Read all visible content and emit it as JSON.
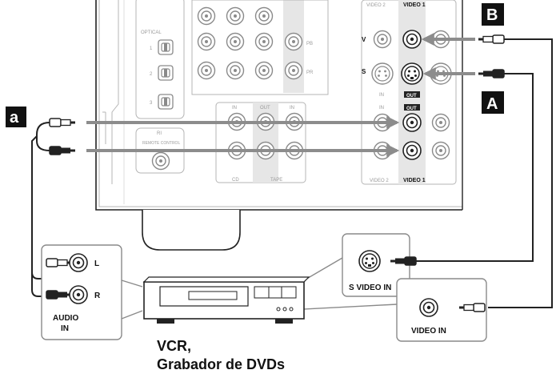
{
  "receiver_panel": {
    "optical_label": "OPTICAL",
    "optical_inputs": [
      "1",
      "2",
      "3"
    ],
    "remote_label": "REMOTE CONTROL",
    "ri_symbol": "RI",
    "cd_label": "CD",
    "tape_label": "TAPE",
    "in_label": "IN",
    "out_label": "OUT",
    "pb_label": "PB",
    "pr_label": "PR",
    "video1_label": "VIDEO 1",
    "video2_label": "VIDEO 2",
    "v_label": "V",
    "s_label": "S"
  },
  "tags": {
    "a": "a",
    "A": "A",
    "B": "B"
  },
  "recorder": {
    "audio_l": "L",
    "audio_r": "R",
    "audio_in_line1": "AUDIO",
    "audio_in_line2": "IN",
    "s_video_in": "S VIDEO IN",
    "video_in": "VIDEO IN"
  },
  "caption": {
    "line1": "VCR,",
    "line2": "Grabador de DVDs"
  },
  "colors": {
    "arrow": "#8c8c8c",
    "panel_line": "#b4b4b4",
    "highlight": "#e6e6e6",
    "tag_bg": "#111111"
  }
}
